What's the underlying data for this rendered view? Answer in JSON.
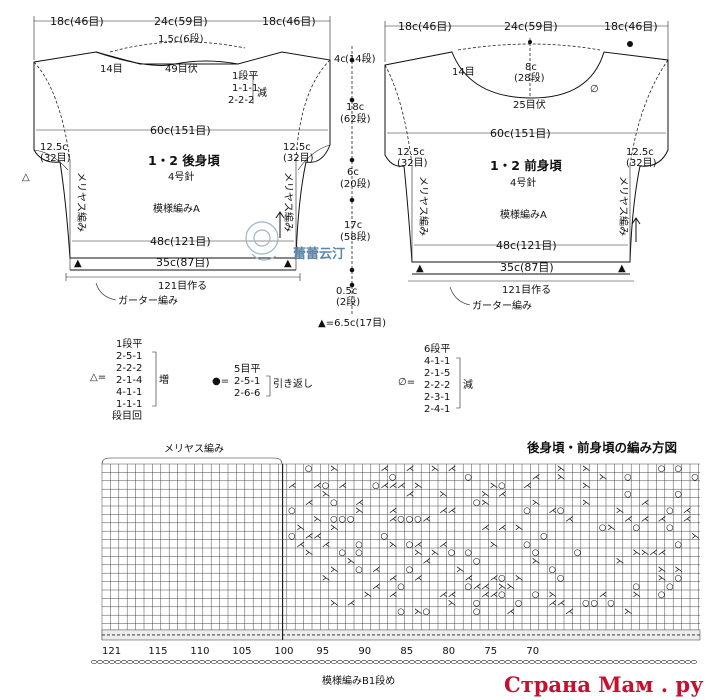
{
  "back_panel": {
    "top_dims": [
      "18c(46目)",
      "24c(59目)",
      "18c(46目)"
    ],
    "neck_rise": "1.5c(6段)",
    "shoulder_rows": "14目",
    "bind_off": "49目伏",
    "neck_dec": [
      "1段平",
      "1-1-1",
      "2-2-2"
    ],
    "neck_dec_mark": "減",
    "width_60": "60c(151目)",
    "sleeve_left": [
      "12.5c",
      "(32目)"
    ],
    "sleeve_right": [
      "12.5c",
      "(32目)"
    ],
    "title": "1・2 後身頃",
    "needle": "4号針",
    "stitch": "模様編みA",
    "side_label": "メリヤス編み",
    "width_48": "48c(121目)",
    "width_35": "35c(87目)",
    "cast_on": "121目作る",
    "garter": "ガーター編み"
  },
  "front_panel": {
    "top_dims": [
      "18c(46目)",
      "24c(59目)",
      "18c(46目)"
    ],
    "neck_depth": [
      "8c",
      "(28段)"
    ],
    "shoulder_rows": "14目",
    "bind_off": "25目伏",
    "width_60": "60c(151目)",
    "sleeve_left": [
      "12.5c",
      "(32目)"
    ],
    "sleeve_right": [
      "12.5c",
      "(32目)"
    ],
    "title": "1・2 前身頃",
    "needle": "4号針",
    "stitch": "模様編みA",
    "side_label": "メリヤス編み",
    "width_48": "48c(121目)",
    "width_35": "35c(87目)",
    "cast_on": "121目作る",
    "garter": "ガーター編み"
  },
  "vertical_dims": [
    {
      "cm": "4c",
      "rows": "(14段)"
    },
    {
      "cm": "18c",
      "rows": "(62段)"
    },
    {
      "cm": "6c",
      "rows": "(20段)"
    },
    {
      "cm": "17c",
      "rows": "(58段)"
    },
    {
      "cm": "0.5c",
      "rows": "(2段)"
    }
  ],
  "triangle_note": "▲=6.5c(17目)",
  "legend_increase": {
    "symbol": "△=",
    "rows": [
      "1段平",
      "2-5-1",
      "2-2-2",
      "2-1-4",
      "4-1-1",
      "1-1-1"
    ],
    "footer": "段目回",
    "label": "増"
  },
  "legend_short_rows": {
    "symbol": "●=",
    "rows": [
      "5目平",
      "2-5-1",
      "2-6-6"
    ],
    "label": "引き返し"
  },
  "legend_decrease": {
    "symbol": "∅=",
    "rows": [
      "6段平",
      "4-1-1",
      "2-1-5",
      "2-2-2",
      "2-3-1",
      "2-4-1"
    ],
    "label": "減"
  },
  "chart": {
    "heading": "後身頃・前身頃の編み方図",
    "stockinette_label": "メリヤス編み",
    "column_numbers": [
      "121",
      "115",
      "110",
      "105",
      "100",
      "95",
      "90",
      "85",
      "80",
      "75",
      "70"
    ],
    "bottom_label": "模様編みB1段め",
    "symbols": [
      "○",
      "⋌",
      "⋋",
      "◁"
    ]
  },
  "watermark": {
    "text": "蕾蕾云汀"
  },
  "site_logo": "Страна Мам . ру"
}
